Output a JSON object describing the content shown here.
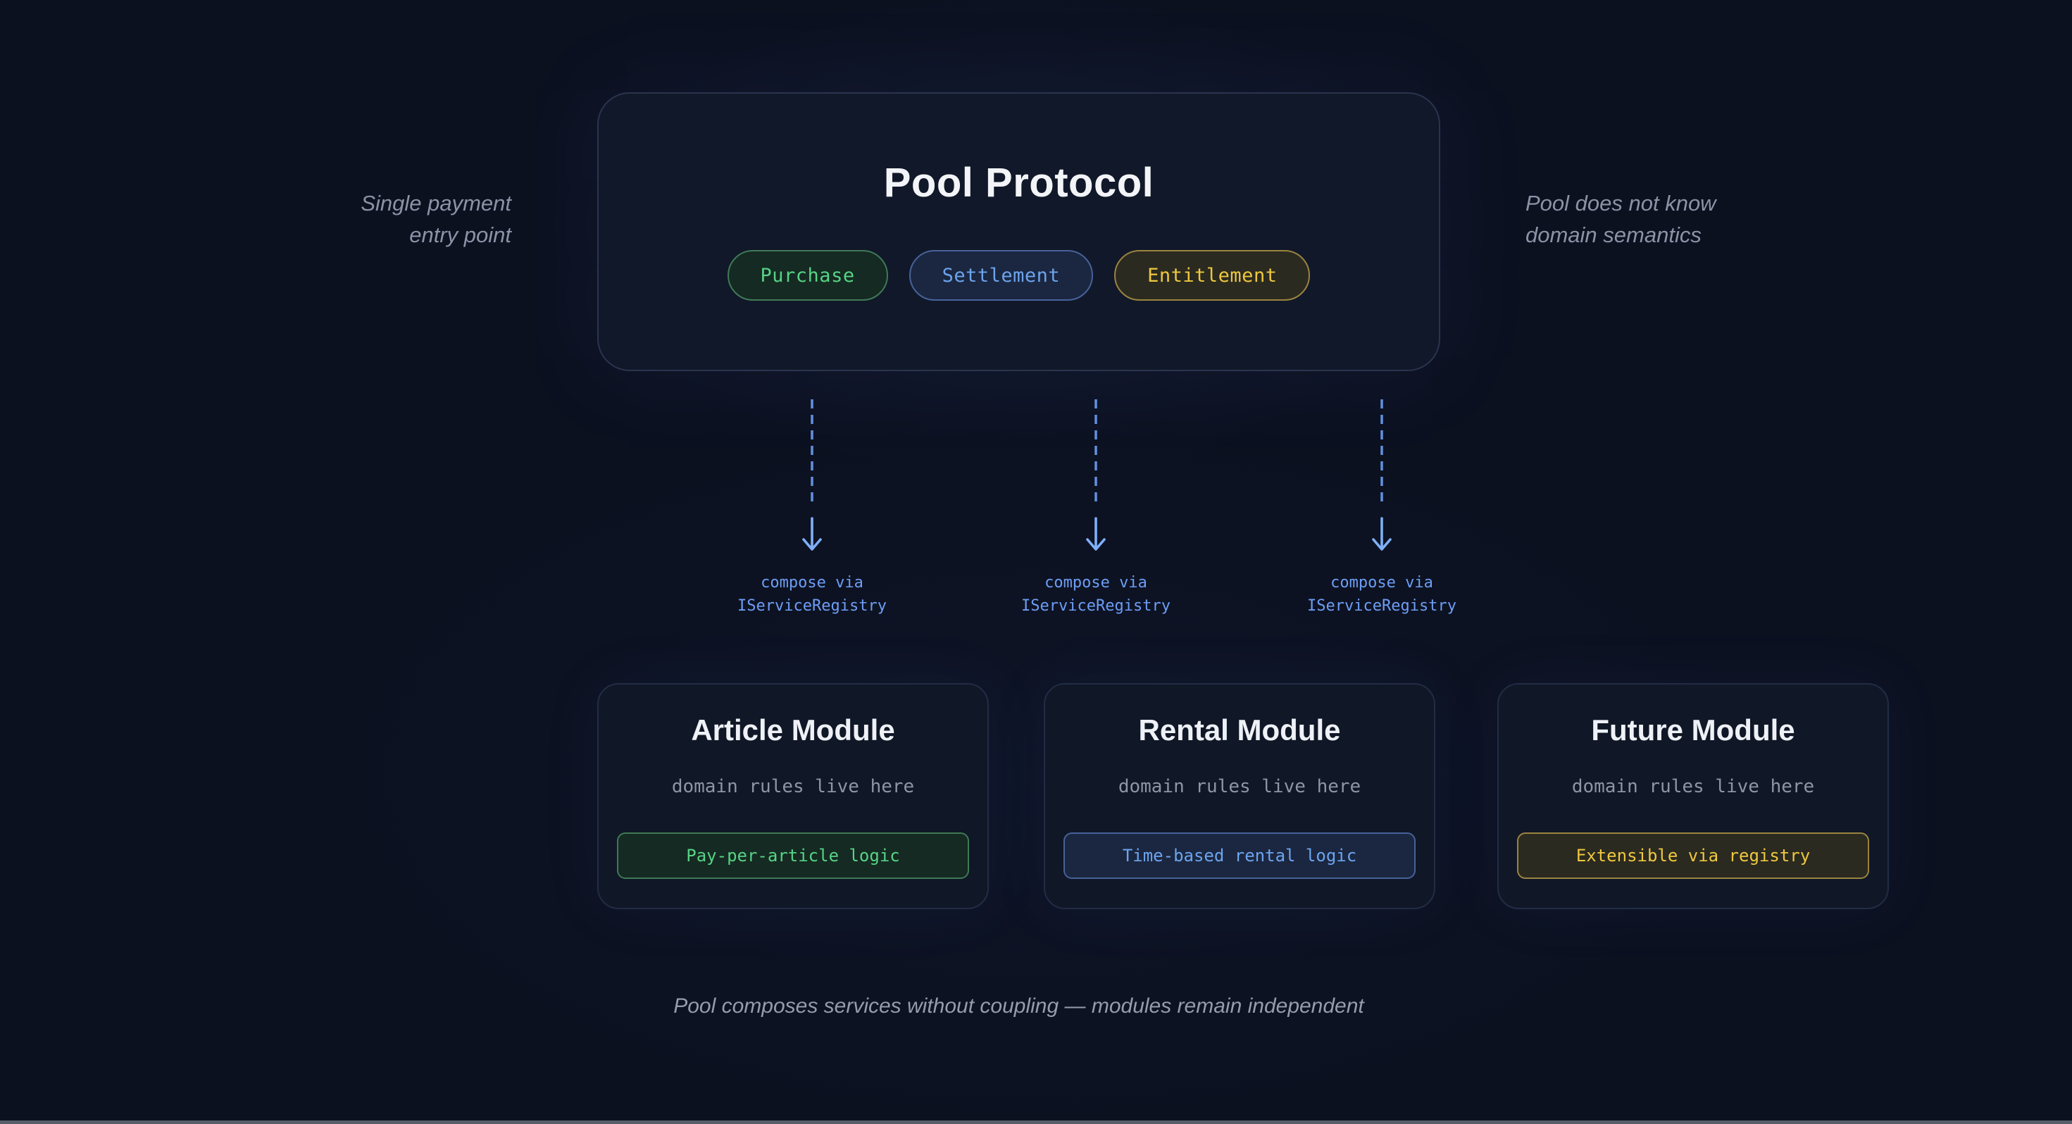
{
  "diagram": {
    "title": "Pool Protocol",
    "protocol_pills": [
      {
        "label": "Purchase",
        "theme": "green"
      },
      {
        "label": "Settlement",
        "theme": "blue"
      },
      {
        "label": "Entitlement",
        "theme": "yellow"
      }
    ],
    "left_note": {
      "line1": "Single payment",
      "line2": "entry point"
    },
    "right_note": {
      "line1": "Pool does not know",
      "line2": "domain semantics"
    },
    "connectors": [
      {
        "label_line1": "compose via",
        "label_line2": "IServiceRegistry"
      },
      {
        "label_line1": "compose via",
        "label_line2": "IServiceRegistry"
      },
      {
        "label_line1": "compose via",
        "label_line2": "IServiceRegistry"
      }
    ],
    "modules": [
      {
        "title": "Article Module",
        "subtitle": "domain rules live here",
        "badge": "Pay-per-article logic",
        "theme": "green"
      },
      {
        "title": "Rental Module",
        "subtitle": "domain rules live here",
        "badge": "Time-based rental logic",
        "theme": "blue"
      },
      {
        "title": "Future Module",
        "subtitle": "domain rules live here",
        "badge": "Extensible via registry",
        "theme": "yellow"
      }
    ],
    "footer": "Pool composes services without coupling — modules remain independent",
    "colors": {
      "background": "#0c1120",
      "card_fill": "#111829",
      "card_border": "#2a344e",
      "green": "#56d385",
      "blue": "#6ca4ee",
      "yellow": "#eec83f",
      "arrow_blue": "#6d9ef5",
      "muted_text": "#8b93a6",
      "title_text": "#f2f4f8"
    }
  }
}
